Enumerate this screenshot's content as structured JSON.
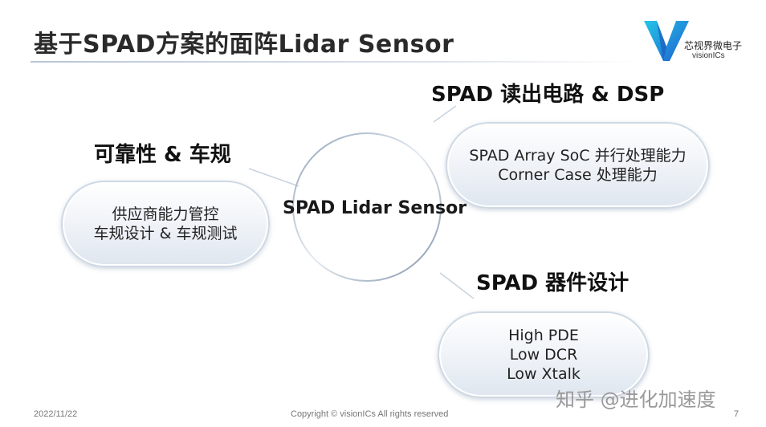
{
  "slide": {
    "title": "基于SPAD方案的面阵Lidar Sensor",
    "center_label": "SPAD Lidar Sensor",
    "logo": {
      "cn": "芯视界微电子",
      "en": "visionICs"
    },
    "sections": {
      "readout": {
        "heading": "SPAD 读出电路 & DSP",
        "lines": [
          "SPAD Array SoC 并行处理能力",
          "Corner Case 处理能力"
        ]
      },
      "reliability": {
        "heading": "可靠性 & 车规",
        "lines": [
          "供应商能力管控",
          "车规设计 & 车规测试"
        ]
      },
      "device": {
        "heading": "SPAD 器件设计",
        "lines": [
          "High PDE",
          "Low DCR",
          "Low Xtalk"
        ]
      }
    },
    "footer": {
      "date": "2022/11/22",
      "copyright": "Copyright © visionICs All rights reserved",
      "page": "7"
    },
    "watermark": "知乎 @进化加速度",
    "colors": {
      "logo_blue": "#1e6fd6",
      "logo_cyan": "#24c6e6",
      "title_line": "#b9c6d8"
    }
  }
}
